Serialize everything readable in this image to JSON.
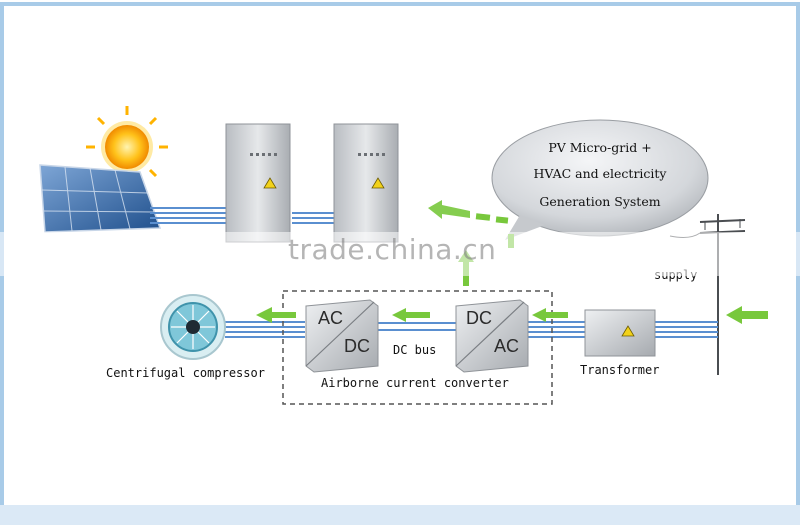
{
  "bubble": {
    "line1": "PV Micro-grid +",
    "line2": "HVAC and electricity",
    "line3": "Generation System"
  },
  "labels": {
    "supply": "supply",
    "dc_bus": "DC bus",
    "centrifugal_compressor": "Centrifugal compressor",
    "airborne_converter": "Airborne current converter",
    "transformer": "Transformer"
  },
  "converter_left": {
    "top": "AC",
    "bottom": "DC"
  },
  "converter_right": {
    "top": "DC",
    "bottom": "AC"
  },
  "watermark": "trade.china.cn",
  "colors": {
    "arrow_green": "#78c83c",
    "bus_line_blue": "#5a8fd0",
    "frame_blue": "#a8cbe8",
    "cabinet_gray": "#cfd2d6"
  }
}
